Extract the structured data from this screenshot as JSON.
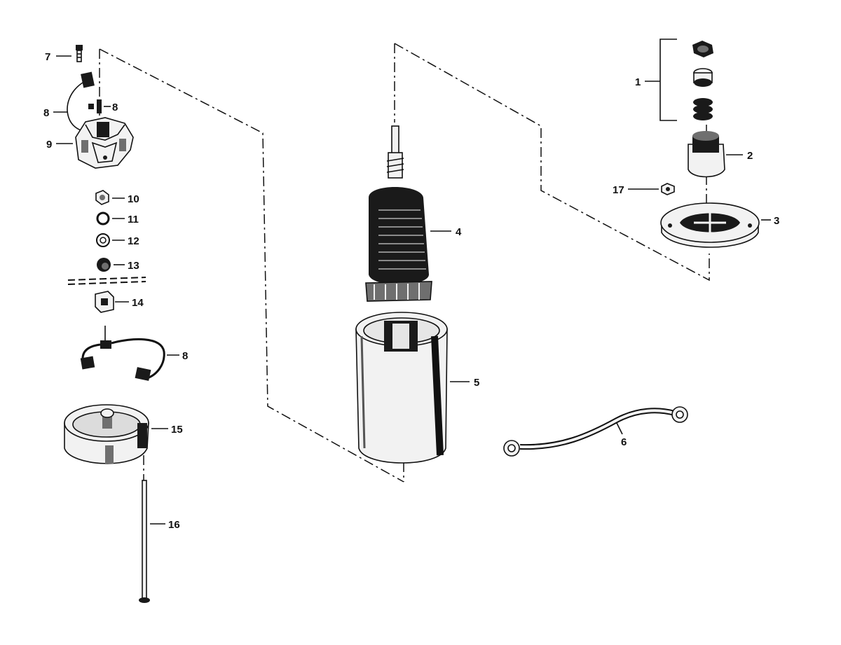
{
  "diagram": {
    "callouts": [
      "1",
      "2",
      "3",
      "4",
      "5",
      "6",
      "7",
      "8",
      "9",
      "10",
      "11",
      "12",
      "13",
      "14",
      "15",
      "16",
      "17"
    ],
    "callout_8_repeat": "8"
  },
  "colors": {
    "ink": "#111111",
    "paper": "#ffffff",
    "shade": "#6f6f6f"
  }
}
